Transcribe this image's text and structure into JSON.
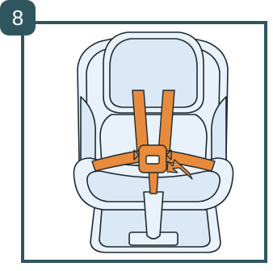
{
  "step": {
    "number": "8"
  },
  "colors": {
    "frame": "#2f565f",
    "badge": "#2f565f",
    "seat_fill": "#e9f2fa",
    "seat_shade": "#dbe9f6",
    "outline": "#1f2a30",
    "strap": "#e88b3c"
  },
  "icons": {
    "step_badge": "number-badge",
    "illustration": "car-seat-harness-illustration",
    "pointer": "arrow-pointer-icon"
  }
}
